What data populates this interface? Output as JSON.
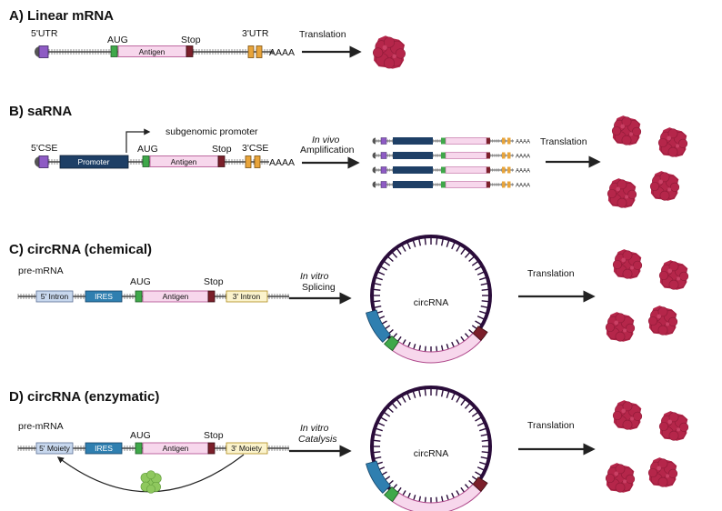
{
  "colors": {
    "protein": "#b5264a",
    "enzyme": "#8fc85e",
    "cap": "#555555",
    "utr5": "#8e5bc4",
    "utr3": "#e8a43a",
    "aug": "#3fa84a",
    "stop": "#7b1f2a",
    "antigen": "#f7d7ec",
    "antigen_border": "#b04a8c",
    "promoter": "#1e3f66",
    "ires": "#2f7fb0",
    "intron5": "#c8d8ee",
    "intron3": "#fbf3cc",
    "ring": "#2a0c3a"
  },
  "panels": {
    "a": {
      "title": "A) Linear mRNA",
      "utr5": "5'UTR",
      "aug": "AUG",
      "stop": "Stop",
      "utr3": "3'UTR",
      "antigen": "Antigen",
      "polya": "AAAA",
      "translation": "Translation"
    },
    "b": {
      "title": "B) saRNA",
      "subgenomic": "subgenomic promoter",
      "cse5": "5'CSE",
      "promoter": "Promoter",
      "aug": "AUG",
      "antigen": "Antigen",
      "stop": "Stop",
      "cse3": "3'CSE",
      "polya": "AAAA",
      "small_polya": "AAAA",
      "amp_line1": "In vivo",
      "amp_line2": "Amplification",
      "translation": "Translation"
    },
    "c": {
      "title": "C) circRNA (chemical)",
      "pre": "pre-mRNA",
      "aug": "AUG",
      "stop": "Stop",
      "intron5": "5' Intron",
      "ires": "IRES",
      "antigen": "Antigen",
      "intron3": "3' Intron",
      "step_line1": "In vitro",
      "step_line2": "Splicing",
      "circ": "circRNA",
      "translation": "Translation"
    },
    "d": {
      "title": "D) circRNA (enzymatic)",
      "pre": "pre-mRNA",
      "aug": "AUG",
      "stop": "Stop",
      "moiety5": "5' Moiety",
      "ires": "IRES",
      "antigen": "Antigen",
      "moiety3": "3' Moiety",
      "step_line1": "In vitro",
      "step_line2": "Catalysis",
      "circ": "circRNA",
      "translation": "Translation"
    }
  }
}
